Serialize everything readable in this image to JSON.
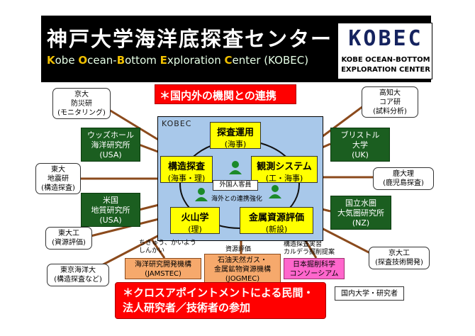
{
  "header": {
    "title": "神戸大学海洋底探査センター",
    "subtitle_parts": [
      {
        "cap": "K",
        "rest": "obe "
      },
      {
        "cap": "O",
        "rest": "cean-"
      },
      {
        "cap": "B",
        "rest": "ottom "
      },
      {
        "cap": "E",
        "rest": "xploration "
      },
      {
        "cap": "C",
        "rest": "enter (KOBEC)"
      }
    ],
    "logo": {
      "word": "KOBEC",
      "line1": "KOBE OCEAN-BOTTOM",
      "line2": "EXPLORATION CENTER"
    }
  },
  "banner_top": "＊国内外の機関との連携",
  "banner_bottom": {
    "line1": "＊クロスアポイントメントによる民間・",
    "line2": "法人研究者／技術者の参加"
  },
  "center": {
    "label": "KOBEC",
    "divisions": [
      {
        "name": "探査運用",
        "sub": "(海事)"
      },
      {
        "name": "構造探査",
        "sub": "(海事・理)"
      },
      {
        "name": "観測システム",
        "sub": "(工・海事)"
      },
      {
        "name": "火山学",
        "sub": "(理)"
      },
      {
        "name": "金属資源評価",
        "sub": "(新設)"
      }
    ],
    "foreign_faculty": "外国人客員",
    "overseas_link": "海外との連携強化"
  },
  "left": [
    {
      "text": [
        "京大",
        "防災研",
        "(モニタリング)"
      ],
      "kind": "white"
    },
    {
      "text": [
        "ウッズホール",
        "海洋研究所",
        "(USA)"
      ],
      "kind": "green"
    },
    {
      "text": [
        "東大",
        "地震研",
        "(構造探査)"
      ],
      "kind": "white"
    },
    {
      "text": [
        "米国",
        "地質研究所",
        "(USA)"
      ],
      "kind": "green"
    },
    {
      "text": [
        "東大工",
        "(資源評価)"
      ],
      "kind": "white"
    },
    {
      "text": [
        "東京海洋大",
        "(構造探査など)"
      ],
      "kind": "white"
    }
  ],
  "right": [
    {
      "text": [
        "高知大",
        "コア研",
        "(試料分析)"
      ],
      "kind": "white"
    },
    {
      "text": [
        "ブリストル",
        "大学",
        "(UK)"
      ],
      "kind": "green"
    },
    {
      "text": [
        "鹿大理",
        "(鹿児島探査)"
      ],
      "kind": "white"
    },
    {
      "text": [
        "国立水圏",
        "大気圏研究所",
        "(NZ)"
      ],
      "kind": "green"
    },
    {
      "text": [
        "京大工",
        "(探査技術開発)"
      ],
      "kind": "white"
    },
    {
      "text": [
        "国内大学・研究者"
      ],
      "kind": "white"
    }
  ],
  "bottom": {
    "jamstec_caption": [
      "ちきゅう、かいよう",
      "しんかい"
    ],
    "jamstec": [
      "海洋研究開発機構",
      "(JAMSTEC)"
    ],
    "jogmec_caption": "資源評価",
    "jogmec": [
      "石油天然ガス・",
      "金属鉱物資源機構",
      "(JOGMEC)"
    ],
    "consortium_caption": [
      "構造探査実習",
      "カルデラ掘削提案"
    ],
    "consortium": [
      "日本掘削科学",
      "コンソーシアム"
    ]
  },
  "colors": {
    "red": "#ff0000",
    "green": "#1b5e20",
    "yellow": "#ffff00",
    "center_blue": "#a8c8ea",
    "line_brown": "#8b4a1c",
    "orange": "#f6a96c",
    "pink": "#ff66cc"
  }
}
